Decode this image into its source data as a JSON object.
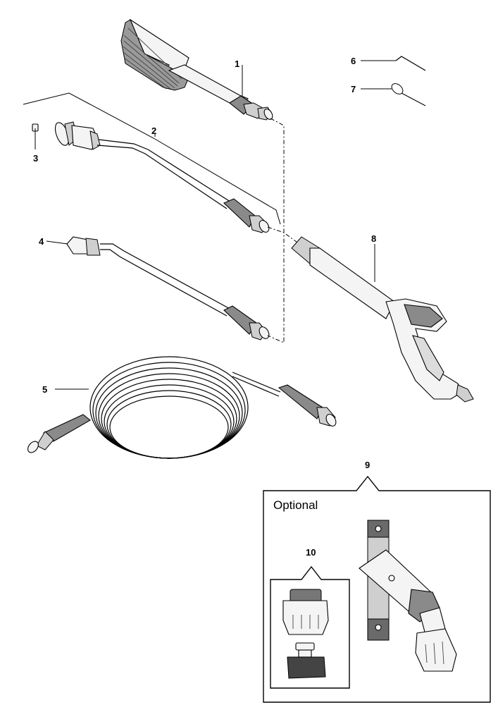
{
  "callouts": {
    "p1": "1",
    "p2": "2",
    "p3": "3",
    "p4": "4",
    "p5": "5",
    "p6": "6",
    "p7": "7",
    "p8": "8",
    "p9": "9",
    "p10": "10"
  },
  "optional_box": {
    "label": "Optional"
  }
}
